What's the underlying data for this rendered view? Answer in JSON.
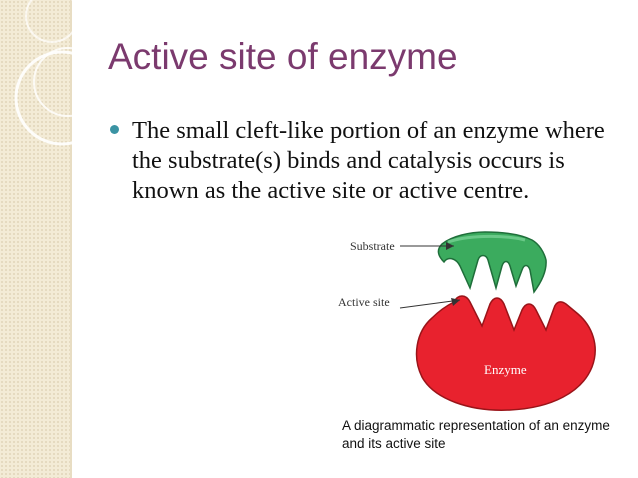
{
  "slide": {
    "title": "Active site of enzyme",
    "bullet": "The small cleft-like portion of an enzyme where the substrate(s) binds and catalysis occurs is known as the active site or active centre."
  },
  "diagram": {
    "substrate_label": "Substrate",
    "active_site_label": "Active site",
    "enzyme_label": "Enzyme",
    "caption": "A diagrammatic representation of an enzyme and its active site"
  },
  "colors": {
    "title": "#7b3a6e",
    "bullet": "#3a93a3",
    "enzyme": "#e8222e",
    "substrate": "#3bab5e",
    "strip": "#f3ebd6"
  }
}
